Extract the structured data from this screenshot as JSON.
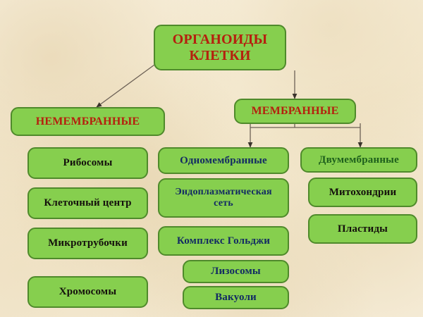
{
  "diagram": {
    "title": "ОРГАНОИДЫ КЛЕТКИ",
    "root": {
      "label": "ОРГАНОИДЫ\nКЛЕТКИ",
      "line1": "ОРГАНОИДЫ",
      "line2": "КЛЕТКИ",
      "text_color": "#b5200e"
    },
    "branches": {
      "non_membrane": {
        "label": "НЕМЕМБРАННЫЕ",
        "text_color": "#b5200e",
        "items": [
          {
            "label": "Рибосомы",
            "text_color": "#14100c"
          },
          {
            "label": "Клеточный центр",
            "text_color": "#14100c"
          },
          {
            "label": "Микротрубочки",
            "text_color": "#14100c"
          },
          {
            "label": "Хромосомы",
            "text_color": "#14100c"
          }
        ]
      },
      "membrane": {
        "label": "МЕМБРАННЫЕ",
        "text_color": "#b5200e",
        "sub_branches": [
          {
            "label": "Одномембранные",
            "text_color": "#122a63",
            "items": [
              {
                "label": "Эндоплазматическая сеть",
                "line1": "Эндоплазматическая",
                "line2": "сеть",
                "text_color": "#122a63"
              },
              {
                "label": "Комплекс Гольджи",
                "text_color": "#122a63"
              },
              {
                "label": "Лизосомы",
                "text_color": "#122a63"
              },
              {
                "label": "Вакуоли",
                "text_color": "#122a63"
              }
            ]
          },
          {
            "label": "Двумембранные",
            "text_color": "#1d5f1c",
            "items": [
              {
                "label": "Митохондрии",
                "text_color": "#14100c"
              },
              {
                "label": "Пластиды",
                "text_color": "#14100c"
              }
            ]
          }
        ]
      }
    },
    "colors": {
      "node_fill": "#86cf4e",
      "node_border": "#4f8a2b",
      "background": "#f6ecd5",
      "connector": "#5c5248"
    }
  }
}
